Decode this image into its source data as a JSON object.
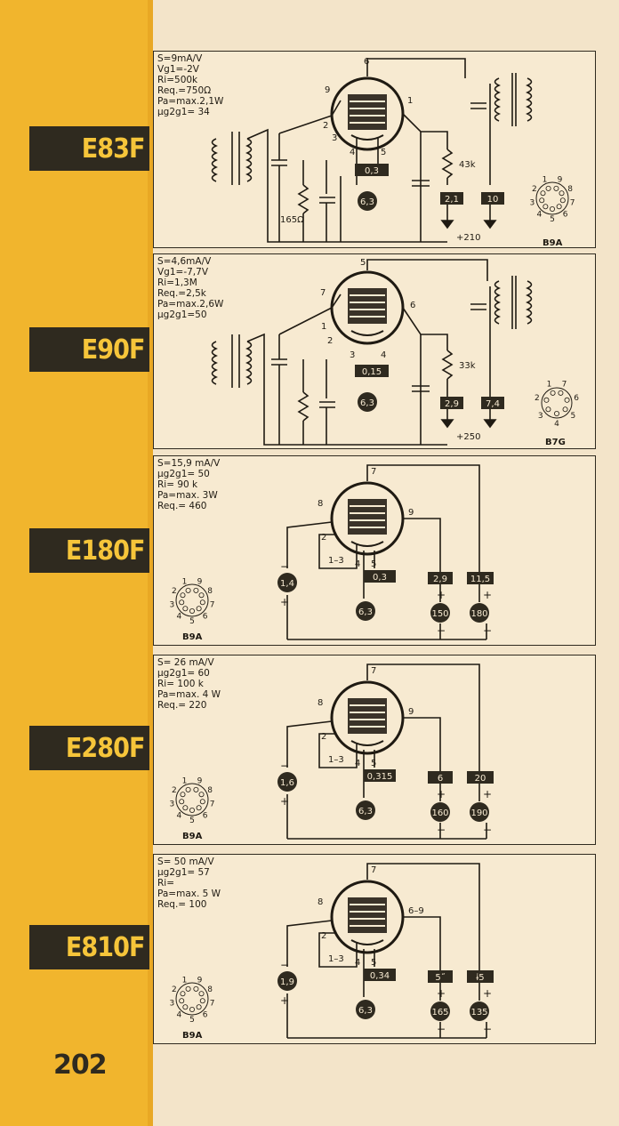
{
  "page_number": "202",
  "colors": {
    "spine": "#f1b52d",
    "label_bg": "#2f2a1f",
    "label_text": "#f6c53a",
    "panel_bg": "#f7ead1",
    "ink": "#1f1a12"
  },
  "tubes": [
    {
      "name": "E83F",
      "specs": [
        "S=9mA/V",
        "Vg1=-2V",
        "Ri=500k",
        "Req.=750Ω",
        "Pa=max.2,1W",
        "µg2g1= 34"
      ],
      "pins": [
        "9",
        "2",
        "3",
        "4",
        "5",
        "1",
        "6"
      ],
      "heater_v": "6,3",
      "heater_a": "0,3",
      "resistor_cathode": "165Ω",
      "resistor_screen": "43k",
      "box_left": "2,1",
      "box_right": "10",
      "supply": "+210",
      "base": "B9A",
      "socket_pins": [
        "1",
        "2",
        "3",
        "4",
        "5",
        "6",
        "7",
        "8",
        "9"
      ]
    },
    {
      "name": "E90F",
      "specs": [
        "S=4,6mA/V",
        "Vg1=-7,7V",
        "Ri=1,3M",
        "Req.=2,5k",
        "Pa=max.2,6W",
        "µg2g1=50"
      ],
      "pins": [
        "7",
        "1",
        "2",
        "3",
        "4",
        "6",
        "5"
      ],
      "heater_v": "6,3",
      "heater_a": "0,15",
      "resistor_screen": "33k",
      "box_left": "2,9",
      "box_right": "7,4",
      "supply": "+250",
      "base": "B7G",
      "socket_pins": [
        "1",
        "2",
        "3",
        "4",
        "5",
        "6",
        "7"
      ]
    },
    {
      "name": "E180F",
      "specs": [
        "S=15,9 mA/V",
        "µg2g1= 50",
        "Ri= 90 k",
        "Pa=max. 3W",
        "Req.= 460"
      ],
      "pins": [
        "8",
        "2",
        "1–3",
        "4",
        "5",
        "9",
        "7"
      ],
      "heater_v": "6,3",
      "heater_a": "0,3",
      "bias": "1,4",
      "box_screen": "2,9",
      "box_anode": "11,5",
      "v_screen": "150",
      "v_anode": "180",
      "base": "B9A",
      "socket_pins": [
        "1",
        "2",
        "3",
        "4",
        "5",
        "6",
        "7",
        "8",
        "9"
      ]
    },
    {
      "name": "E280F",
      "specs": [
        "S= 26 mA/V",
        "µg2g1= 60",
        "Ri=  100 k",
        "Pa=max. 4 W",
        "Req.= 220"
      ],
      "pins": [
        "8",
        "2",
        "1–3",
        "4",
        "5",
        "9",
        "7"
      ],
      "heater_v": "6,3",
      "heater_a": "0,315",
      "bias": "1,6",
      "box_screen": "6",
      "box_anode": "20",
      "v_screen": "160",
      "v_anode": "190",
      "base": "B9A",
      "socket_pins": [
        "1",
        "2",
        "3",
        "4",
        "5",
        "6",
        "7",
        "8",
        "9"
      ]
    },
    {
      "name": "E810F",
      "specs": [
        "S=  50 mA/V",
        "µg2g1= 57",
        "Ri=",
        "Pa=max. 5 W",
        "Req.= 100"
      ],
      "pins": [
        "8",
        "2",
        "1–3",
        "4",
        "5",
        "6–9",
        "7"
      ],
      "heater_v": "6,3",
      "heater_a": "0,34",
      "bias": "1,9",
      "box_screen": "5˝",
      "box_anode": "ɨ5",
      "v_screen": "165",
      "v_anode": "135",
      "base": "B9A",
      "socket_pins": [
        "1",
        "2",
        "3",
        "4",
        "5",
        "6",
        "7",
        "8",
        "9"
      ]
    }
  ]
}
